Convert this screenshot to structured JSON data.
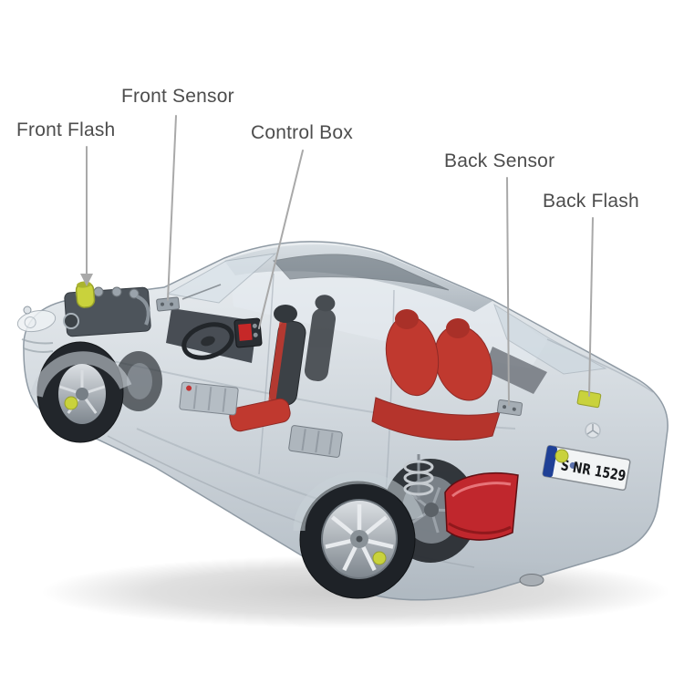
{
  "labels": {
    "front_flash": "Front Flash",
    "front_sensor": "Front Sensor",
    "control_box": "Control Box",
    "back_sensor": "Back Sensor",
    "back_flash": "Back Flash"
  },
  "car": {
    "license_plate": "S NR 1529"
  },
  "colors": {
    "background": "#ffffff",
    "label_text": "#4d4d4d",
    "leader_line": "#a9a9a9",
    "body_silver": "#ccd4da",
    "seat_red": "#c0392f",
    "taillight_red": "#c0272d",
    "component_yellow": "#c9d23c",
    "plate_text": "#17191c"
  }
}
